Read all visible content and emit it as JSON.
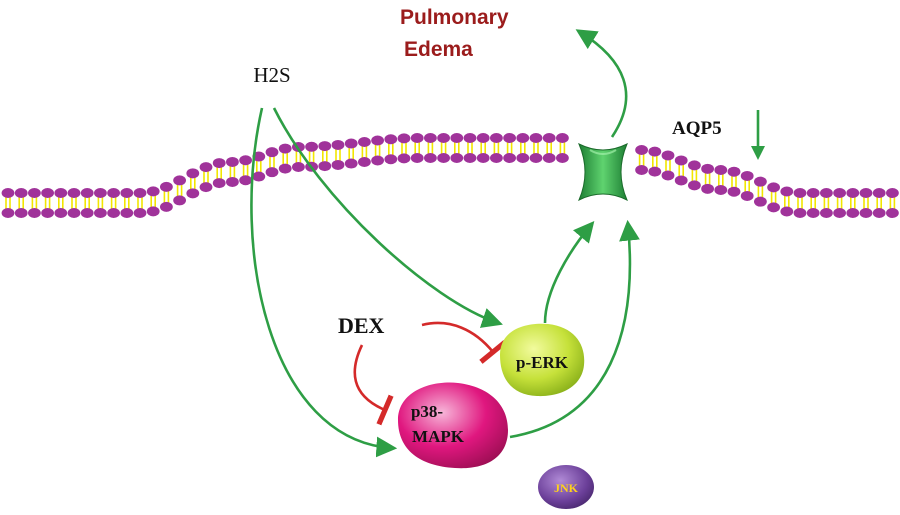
{
  "labels": {
    "h2s": "H2S",
    "outcome_line1": "Pulmonary",
    "outcome_line2": "Edema",
    "aqp5": "AQP5",
    "dex": "DEX",
    "perk": "p-ERK",
    "p38_line1": "p38-",
    "p38_line2": "MAPK",
    "jnk": "JNK"
  },
  "colors": {
    "activation_arrow": "#2e9e45",
    "inhibition_line": "#d42a2a",
    "outcome_text": "#9b1c1c",
    "lipid_head": "#a0339a",
    "lipid_tail": "#f2e600",
    "channel": "#2fa84a",
    "perk_node": "#c6e13a",
    "p38_node": "#e0177f",
    "jnk_node": "#6b3f99",
    "jnk_text": "#ffd21a"
  },
  "icons": {
    "aqp5_trend": "down-arrow-icon",
    "aqp5_channel": "aqp5-channel-icon"
  }
}
